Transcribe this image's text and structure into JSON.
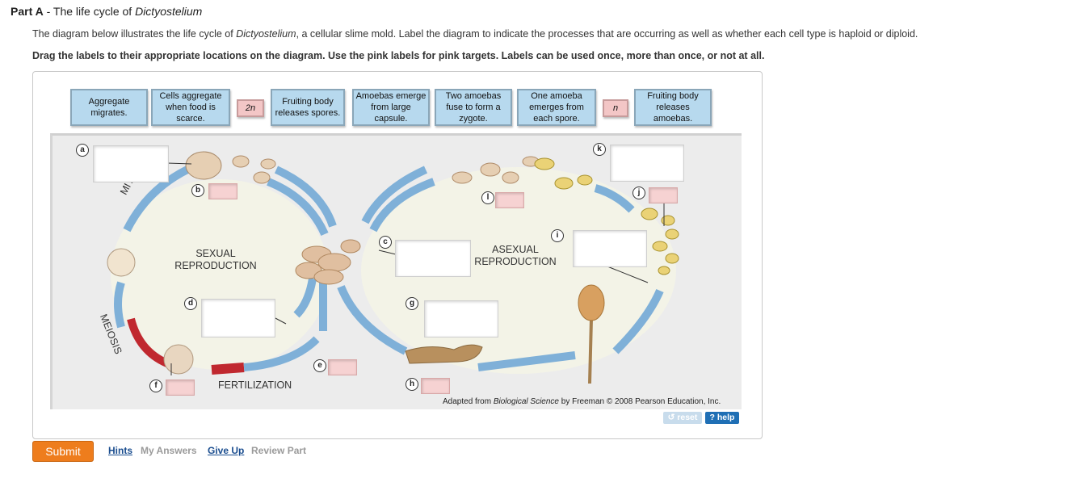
{
  "part": {
    "prefix": "Part A",
    "sep": " - ",
    "title_pre": "The life cycle of ",
    "title_it": "Dictyostelium"
  },
  "intro": {
    "pre": "The diagram below illustrates the life cycle of ",
    "it": "Dictyostelium",
    "post": ", a cellular slime mold. Label the diagram to indicate the processes that are occurring as well as whether each cell type is haploid or diploid."
  },
  "instructions": "Drag the labels to their appropriate locations on the diagram. Use the pink labels for pink targets. Labels can be used once, more than once, or not at all.",
  "labels": [
    "Aggregate migrates.",
    "Cells aggregate when food is scarce.",
    "2n",
    "Fruiting body releases spores.",
    "Amoebas emerge from large capsule.",
    "Two amoebas fuse to form a zygote.",
    "One amoeba emerges from each spore.",
    "n",
    "Fruiting body releases amoebas."
  ],
  "diagram": {
    "mitosis": "MITOSIS",
    "meiosis": "MEIOSIS",
    "sexual": [
      "SEXUAL",
      "REPRODUCTION"
    ],
    "asexual": [
      "ASEXUAL",
      "REPRODUCTION"
    ],
    "fertilization": "FERTILIZATION",
    "tags": [
      "a",
      "b",
      "c",
      "d",
      "e",
      "f",
      "g",
      "h",
      "i",
      "j",
      "k",
      "l"
    ],
    "credit_pre": "Adapted from ",
    "credit_it": "Biological Science",
    "credit_post": " by Freeman © 2008 Pearson Education, Inc."
  },
  "buttons": {
    "reset": "reset",
    "help": "? help",
    "submit": "Submit"
  },
  "links": {
    "hints": "Hints",
    "my_answers": "My Answers",
    "give_up": "Give Up",
    "review_part": "Review Part"
  },
  "colors": {
    "chip_blue": "#b7d9ee",
    "chip_pink": "#f3c6c6",
    "arrow_blue": "#7fb0d8",
    "arrow_red": "#c0282f",
    "submit_orange": "#ee7d1d"
  }
}
